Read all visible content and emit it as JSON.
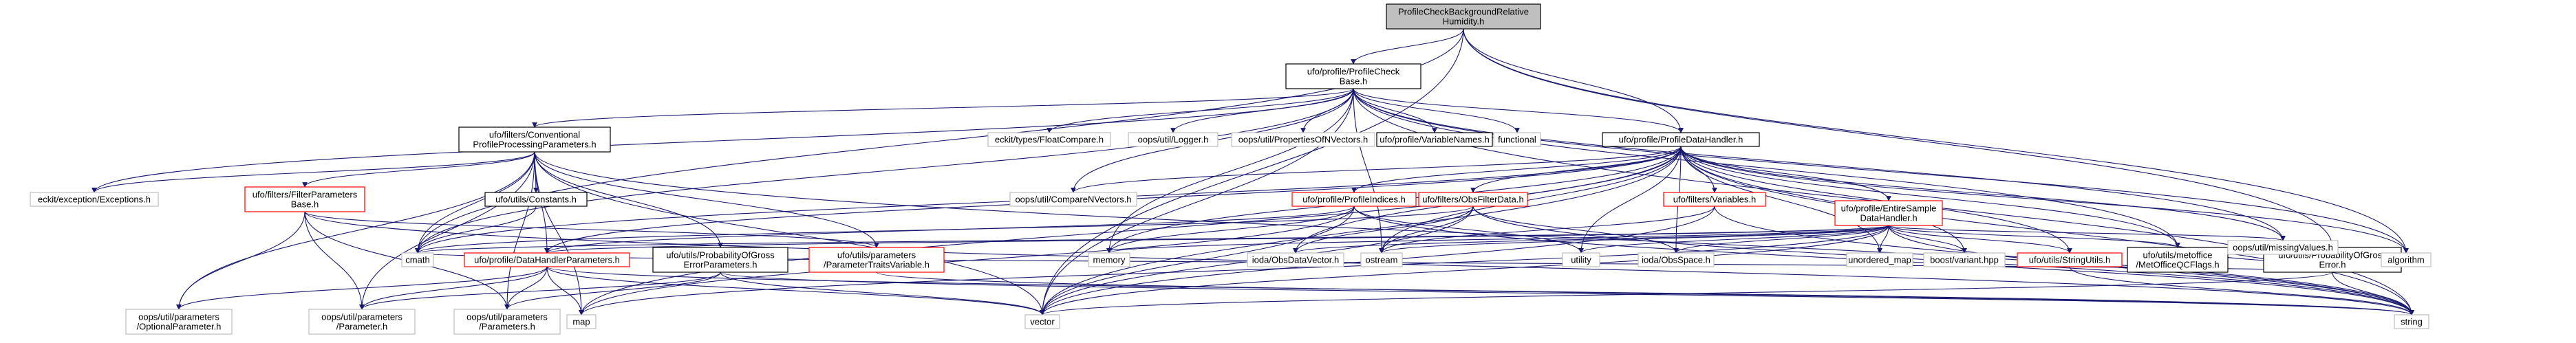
{
  "diagram": {
    "title_node": "root",
    "colors": {
      "edge": "#191970",
      "root_fill": "#bfbfbf",
      "root_border": "#000000",
      "documented_border": "#000000",
      "undocumented_border": "#ff0000",
      "external_border": "#bfbfbf",
      "node_fill": "#ffffff"
    },
    "nodes": [
      {
        "id": "root",
        "lines": [
          "ProfileCheckBackgroundRelative",
          "Humidity.h"
        ],
        "kind": "root"
      },
      {
        "id": "pcb",
        "lines": [
          "ufo/profile/ProfileCheck",
          "Base.h"
        ],
        "kind": "documented"
      },
      {
        "id": "cpp",
        "lines": [
          "ufo/filters/Conventional",
          "ProfileProcessingParameters.h"
        ],
        "kind": "documented"
      },
      {
        "id": "ftcmp",
        "lines": [
          "eckit/types/FloatCompare.h"
        ],
        "kind": "external"
      },
      {
        "id": "logger",
        "lines": [
          "oops/util/Logger.h"
        ],
        "kind": "external"
      },
      {
        "id": "propvec",
        "lines": [
          "oops/util/PropertiesOfNVectors.h"
        ],
        "kind": "external"
      },
      {
        "id": "varnames",
        "lines": [
          "ufo/profile/VariableNames.h"
        ],
        "kind": "documented"
      },
      {
        "id": "functional",
        "lines": [
          "functional"
        ],
        "kind": "external"
      },
      {
        "id": "pdh",
        "lines": [
          "ufo/profile/ProfileDataHandler.h"
        ],
        "kind": "documented"
      },
      {
        "id": "probgross",
        "lines": [
          "ufo/utils/ProbabilityOfGross",
          "Error.h"
        ],
        "kind": "documented"
      },
      {
        "id": "eckitexc",
        "lines": [
          "eckit/exception/Exceptions.h"
        ],
        "kind": "external"
      },
      {
        "id": "fparams",
        "lines": [
          "ufo/filters/FilterParameters",
          "Base.h"
        ],
        "kind": "undocumented"
      },
      {
        "id": "constants",
        "lines": [
          "ufo/utils/Constants.h"
        ],
        "kind": "documented"
      },
      {
        "id": "cmpnvec",
        "lines": [
          "oops/util/CompareNVectors.h"
        ],
        "kind": "external"
      },
      {
        "id": "pindices",
        "lines": [
          "ufo/profile/ProfileIndices.h"
        ],
        "kind": "undocumented"
      },
      {
        "id": "obsfilt",
        "lines": [
          "ufo/filters/ObsFilterData.h"
        ],
        "kind": "undocumented"
      },
      {
        "id": "variables",
        "lines": [
          "ufo/filters/Variables.h"
        ],
        "kind": "undocumented"
      },
      {
        "id": "esdh",
        "lines": [
          "ufo/profile/EntireSample",
          "DataHandler.h"
        ],
        "kind": "undocumented"
      },
      {
        "id": "cmath",
        "lines": [
          "cmath"
        ],
        "kind": "external"
      },
      {
        "id": "dhparams",
        "lines": [
          "ufo/profile/DataHandlerParameters.h"
        ],
        "kind": "undocumented"
      },
      {
        "id": "pgeparams",
        "lines": [
          "ufo/utils/ProbabilityOfGross",
          "ErrorParameters.h"
        ],
        "kind": "documented"
      },
      {
        "id": "ptvar",
        "lines": [
          "ufo/utils/parameters",
          "/ParameterTraitsVariable.h"
        ],
        "kind": "undocumented"
      },
      {
        "id": "memory",
        "lines": [
          "memory"
        ],
        "kind": "external"
      },
      {
        "id": "obsdvec",
        "lines": [
          "ioda/ObsDataVector.h"
        ],
        "kind": "external"
      },
      {
        "id": "ostream",
        "lines": [
          "ostream"
        ],
        "kind": "external"
      },
      {
        "id": "utility",
        "lines": [
          "utility"
        ],
        "kind": "external"
      },
      {
        "id": "obsspace",
        "lines": [
          "ioda/ObsSpace.h"
        ],
        "kind": "external"
      },
      {
        "id": "umap",
        "lines": [
          "unordered_map"
        ],
        "kind": "external"
      },
      {
        "id": "variant",
        "lines": [
          "boost/variant.hpp"
        ],
        "kind": "external"
      },
      {
        "id": "strutils",
        "lines": [
          "ufo/utils/StringUtils.h"
        ],
        "kind": "undocumented"
      },
      {
        "id": "metqc",
        "lines": [
          "ufo/utils/metoffice",
          "/MetOfficeQCFlags.h"
        ],
        "kind": "documented"
      },
      {
        "id": "missing",
        "lines": [
          "oops/util/missingValues.h"
        ],
        "kind": "external"
      },
      {
        "id": "algorithm",
        "lines": [
          "algorithm"
        ],
        "kind": "external"
      },
      {
        "id": "optparam",
        "lines": [
          "oops/util/parameters",
          "/OptionalParameter.h"
        ],
        "kind": "external"
      },
      {
        "id": "param",
        "lines": [
          "oops/util/parameters",
          "/Parameter.h"
        ],
        "kind": "external"
      },
      {
        "id": "params",
        "lines": [
          "oops/util/parameters",
          "/Parameters.h"
        ],
        "kind": "external"
      },
      {
        "id": "map",
        "lines": [
          "map"
        ],
        "kind": "external"
      },
      {
        "id": "vector",
        "lines": [
          "vector"
        ],
        "kind": "external"
      },
      {
        "id": "string",
        "lines": [
          "string"
        ],
        "kind": "external"
      }
    ],
    "edges": [
      [
        "root",
        "pcb"
      ],
      [
        "root",
        "pdh"
      ],
      [
        "root",
        "probgross"
      ],
      [
        "root",
        "cmath"
      ],
      [
        "root",
        "vector"
      ],
      [
        "root",
        "algorithm"
      ],
      [
        "pcb",
        "cpp"
      ],
      [
        "pcb",
        "ftcmp"
      ],
      [
        "pcb",
        "logger"
      ],
      [
        "pcb",
        "propvec"
      ],
      [
        "pcb",
        "varnames"
      ],
      [
        "pcb",
        "functional"
      ],
      [
        "pcb",
        "pdh"
      ],
      [
        "pcb",
        "eckitexc"
      ],
      [
        "pcb",
        "cmpnvec"
      ],
      [
        "pcb",
        "cmath"
      ],
      [
        "pcb",
        "memory"
      ],
      [
        "pcb",
        "ostream"
      ],
      [
        "pcb",
        "metqc"
      ],
      [
        "pcb",
        "missing"
      ],
      [
        "pcb",
        "algorithm"
      ],
      [
        "pcb",
        "vector"
      ],
      [
        "pcb",
        "string"
      ],
      [
        "cpp",
        "eckitexc"
      ],
      [
        "cpp",
        "fparams"
      ],
      [
        "cpp",
        "constants"
      ],
      [
        "cpp",
        "dhparams"
      ],
      [
        "cpp",
        "pgeparams"
      ],
      [
        "cpp",
        "ptvar"
      ],
      [
        "cpp",
        "cmath"
      ],
      [
        "cpp",
        "optparam"
      ],
      [
        "cpp",
        "param"
      ],
      [
        "cpp",
        "params"
      ],
      [
        "cpp",
        "map"
      ],
      [
        "cpp",
        "vector"
      ],
      [
        "cpp",
        "string"
      ],
      [
        "fparams",
        "ptvar"
      ],
      [
        "fparams",
        "optparam"
      ],
      [
        "fparams",
        "param"
      ],
      [
        "fparams",
        "params"
      ],
      [
        "fparams",
        "string"
      ],
      [
        "constants",
        "cmath"
      ],
      [
        "pdh",
        "cmpnvec"
      ],
      [
        "pdh",
        "pindices"
      ],
      [
        "pdh",
        "obsfilt"
      ],
      [
        "pdh",
        "variables"
      ],
      [
        "pdh",
        "esdh"
      ],
      [
        "pdh",
        "dhparams"
      ],
      [
        "pdh",
        "obsdvec"
      ],
      [
        "pdh",
        "memory"
      ],
      [
        "pdh",
        "ostream"
      ],
      [
        "pdh",
        "utility"
      ],
      [
        "pdh",
        "obsspace"
      ],
      [
        "pdh",
        "umap"
      ],
      [
        "pdh",
        "variant"
      ],
      [
        "pdh",
        "strutils"
      ],
      [
        "pdh",
        "metqc"
      ],
      [
        "pdh",
        "missing"
      ],
      [
        "pdh",
        "algorithm"
      ],
      [
        "pdh",
        "vector"
      ],
      [
        "pdh",
        "string"
      ],
      [
        "pdh",
        "map"
      ],
      [
        "pdh",
        "cmath"
      ],
      [
        "pindices",
        "dhparams"
      ],
      [
        "pindices",
        "memory"
      ],
      [
        "pindices",
        "utility"
      ],
      [
        "pindices",
        "vector"
      ],
      [
        "pindices",
        "string"
      ],
      [
        "pindices",
        "map"
      ],
      [
        "obsfilt",
        "obsdvec"
      ],
      [
        "obsfilt",
        "obsspace"
      ],
      [
        "obsfilt",
        "ostream"
      ],
      [
        "obsfilt",
        "vector"
      ],
      [
        "obsfilt",
        "string"
      ],
      [
        "obsfilt",
        "cmath"
      ],
      [
        "variables",
        "ostream"
      ],
      [
        "variables",
        "string"
      ],
      [
        "variables",
        "vector"
      ],
      [
        "esdh",
        "dhparams"
      ],
      [
        "esdh",
        "obsdvec"
      ],
      [
        "esdh",
        "obsspace"
      ],
      [
        "esdh",
        "memory"
      ],
      [
        "esdh",
        "ostream"
      ],
      [
        "esdh",
        "utility"
      ],
      [
        "esdh",
        "umap"
      ],
      [
        "esdh",
        "variant"
      ],
      [
        "esdh",
        "strutils"
      ],
      [
        "esdh",
        "metqc"
      ],
      [
        "esdh",
        "missing"
      ],
      [
        "esdh",
        "vector"
      ],
      [
        "esdh",
        "string"
      ],
      [
        "esdh",
        "map"
      ],
      [
        "esdh",
        "cmath"
      ],
      [
        "dhparams",
        "optparam"
      ],
      [
        "dhparams",
        "param"
      ],
      [
        "dhparams",
        "params"
      ],
      [
        "dhparams",
        "map"
      ],
      [
        "dhparams",
        "vector"
      ],
      [
        "dhparams",
        "string"
      ],
      [
        "pgeparams",
        "param"
      ],
      [
        "pgeparams",
        "params"
      ],
      [
        "pgeparams",
        "vector"
      ],
      [
        "pgeparams",
        "string"
      ],
      [
        "ptvar",
        "string"
      ],
      [
        "strutils",
        "string"
      ],
      [
        "probgross",
        "metqc"
      ],
      [
        "probgross",
        "missing"
      ],
      [
        "probgross",
        "algorithm"
      ],
      [
        "probgross",
        "vector"
      ],
      [
        "probgross",
        "string"
      ],
      [
        "probgross",
        "cmath"
      ]
    ]
  }
}
